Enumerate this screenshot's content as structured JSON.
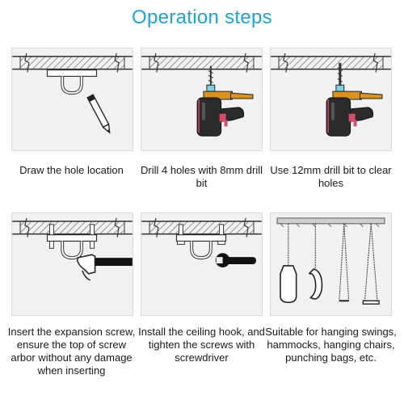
{
  "title": "Operation steps",
  "steps": [
    {
      "caption": "Draw the hole location"
    },
    {
      "caption": "Drill 4 holes with 8mm drill bit"
    },
    {
      "caption": "Use 12mm drill bit to clear holes"
    },
    {
      "caption": "Insert the expansion screw, ensure the top of screw arbor without any damage when inserting"
    },
    {
      "caption": "Install the ceiling hook, and tighten the screws with screwdriver"
    },
    {
      "caption": "Suitable for hanging swings,   hammocks, hanging chairs, punching bags, etc."
    }
  ],
  "colors": {
    "title": "#1ea3d8",
    "panel_bg": "#f1f1f1",
    "drill_body": "#2b2b2b",
    "drill_trigger": "#d8941e",
    "drill_accent": "#d64d6a",
    "drill_chuck": "#7fd0e6"
  },
  "icons": [
    "pencil-icon",
    "drill-icon",
    "hammer-icon",
    "wrench-icon",
    "punching-bag-icon",
    "hammock-icon",
    "swing-icon",
    "ceiling-hook-icon"
  ]
}
